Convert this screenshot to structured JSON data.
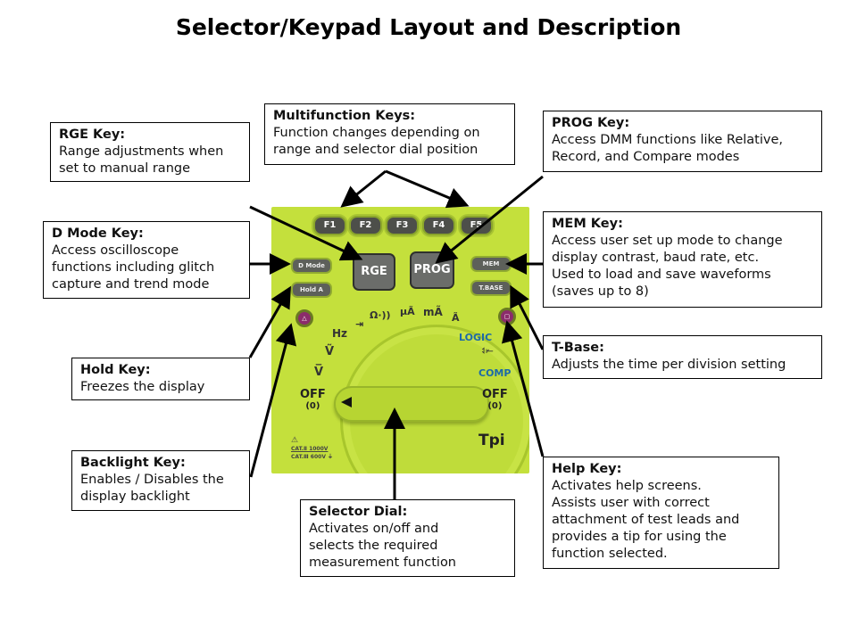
{
  "title": "Selector/Keypad Layout and Description",
  "callouts": {
    "rge": {
      "heading": "RGE Key:",
      "body": "Range adjustments when\nset to manual range"
    },
    "multifunction": {
      "heading": "Multifunction  Keys:",
      "body": "Function changes depending on\nrange and selector dial position"
    },
    "prog": {
      "heading": "PROG Key:",
      "body": "Access DMM functions like Relative,\nRecord, and Compare modes"
    },
    "dmode": {
      "heading": "D Mode Key:",
      "body": "Access oscilloscope\nfunctions including glitch\ncapture and trend mode"
    },
    "mem": {
      "heading": "MEM Key:",
      "body": "Access user set up mode to change\ndisplay contrast, baud rate, etc.\nUsed to load and save waveforms\n(saves up to 8)"
    },
    "tbase": {
      "heading": "T-Base:",
      "body": "Adjusts the time per division setting"
    },
    "hold": {
      "heading": "Hold Key:",
      "body": " Freezes the display"
    },
    "backlight": {
      "heading": "Backlight  Key:",
      "body": "Enables / Disables the\ndisplay backlight"
    },
    "help": {
      "heading": "Help Key:",
      "body": "Activates help screens.\nAssists user with correct\nattachment of test leads and\nprovides a tip for using the\nfunction selected."
    },
    "selector": {
      "heading": "Selector Dial:",
      "body": "Activates on/off and\nselects the required\nmeasurement function"
    }
  },
  "keypad": {
    "fkeys": [
      "F1",
      "F2",
      "F3",
      "F4",
      "F5"
    ],
    "rge": "RGE",
    "prog": "PROG",
    "dmode": "D Mode",
    "holda": "Hold A",
    "mem": "MEM",
    "tbase": "T.BASE",
    "backlight_icon": "backlight-icon",
    "help_icon": "help-icon"
  },
  "dial": {
    "labels": {
      "v_dc": "V̅",
      "v_ac": "Ṽ",
      "hz": "Hz",
      "diode": "⇥",
      "ohm": "Ω·))",
      "ua": "µÃ",
      "ma": "mÃ",
      "a": "Ã",
      "logic": "LOGIC",
      "cap": "⥑⥒",
      "comp": "COMP"
    },
    "off_left": "OFF",
    "off_left_sub": "(0)",
    "off_right": "OFF",
    "off_right_sub": "(0)",
    "cat_warning": "⚠",
    "cat1": "CAT.Ⅱ 1000V",
    "cat2": "CAT.Ⅲ 600V ⏚",
    "brand": "Tpi"
  },
  "colors": {
    "panel": "#c4e03c",
    "logic_blue": "#1c6aa8",
    "key_gray": "#4d4f4a"
  }
}
